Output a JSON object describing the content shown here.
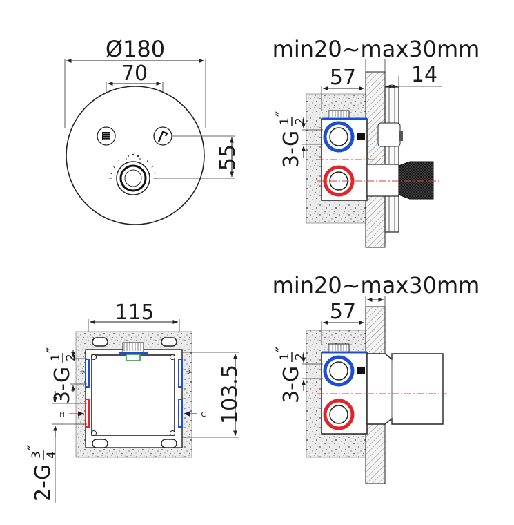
{
  "front_view": {
    "diameter_label": "Ø180",
    "spacing_label": "70",
    "height_label": "55"
  },
  "side_view_top": {
    "wall_range_label": "min20~max30mm",
    "depth_label": "57",
    "trim_label": "14",
    "thread_label": "3-G",
    "thread_num": "1",
    "thread_den": "2",
    "thread_mark": "″"
  },
  "back_view": {
    "width_label": "115",
    "height_label": "103.5",
    "thread_label": "3-G",
    "thread_num": "1",
    "thread_den": "2",
    "thread_mark": "″",
    "thread2_label": "2-G",
    "thread2_num": "3",
    "thread2_den": "4",
    "thread2_mark": "″",
    "hot_label": "H",
    "cold_label": "C"
  },
  "side_view_bottom": {
    "wall_range_label": "min20~max30mm",
    "depth_label": "57",
    "thread_label": "3-G",
    "thread_num": "1",
    "thread_den": "2",
    "thread_mark": "″"
  },
  "colors": {
    "hot": "#e0262b",
    "cold": "#1f4fd1",
    "valve_green": "#38b14a"
  }
}
